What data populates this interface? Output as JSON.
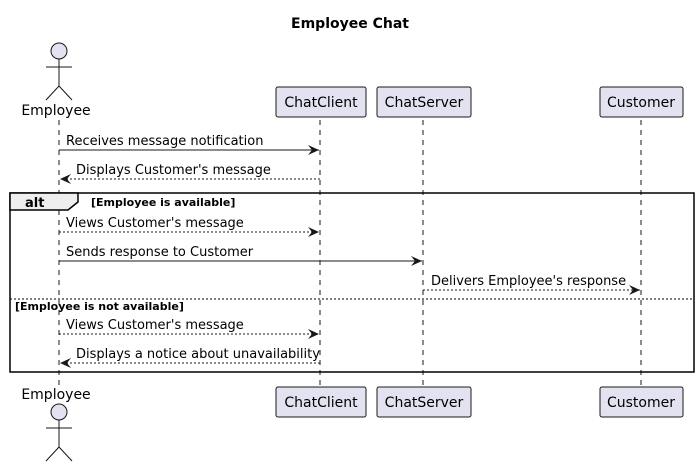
{
  "title": "Employee Chat",
  "actor": {
    "name": "Employee"
  },
  "participants": [
    "ChatClient",
    "ChatServer",
    "Customer"
  ],
  "fragment": {
    "keyword": "alt",
    "guard1": "[Employee is available]",
    "guard2": "[Employee is not available]"
  },
  "messages": [
    {
      "text": "Receives message notification",
      "style": "solid"
    },
    {
      "text": "Displays Customer's message",
      "style": "dashed"
    },
    {
      "text": "Views Customer's message",
      "style": "dashed"
    },
    {
      "text": "Sends response to Customer",
      "style": "solid"
    },
    {
      "text": "Delivers Employee's response",
      "style": "dashed"
    },
    {
      "text": "Views Customer's message",
      "style": "dashed"
    },
    {
      "text": "Displays a notice about unavailability",
      "style": "dashed"
    }
  ],
  "colors": {
    "participant_fill": "#e2e2f0",
    "participant_border": "#181818",
    "line": "#181818",
    "lifeline": "#181818"
  }
}
